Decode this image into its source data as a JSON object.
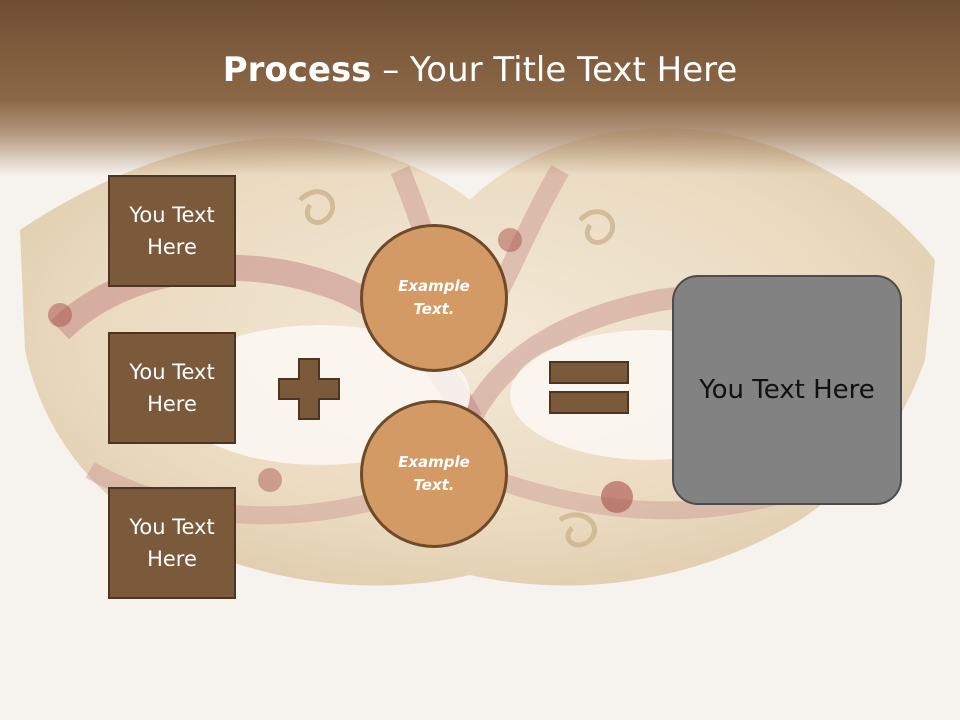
{
  "title": {
    "bold": "Process",
    "rest": " – Your Title Text Here"
  },
  "left_boxes": [
    {
      "label": "You Text Here"
    },
    {
      "label": "You Text Here"
    },
    {
      "label": "You Text Here"
    }
  ],
  "circles": [
    {
      "label": "Example Text."
    },
    {
      "label": "Example Text."
    }
  ],
  "result": {
    "label": "You Text Here"
  },
  "colors": {
    "header": "#7d5a3b",
    "box_fill": "#7b5a3c",
    "circle_fill": "#d49a66",
    "result_fill": "#828282",
    "operator_fill": "#7b5a3c"
  },
  "icons": {
    "plus": "plus-icon",
    "equals": "equals-icon"
  }
}
